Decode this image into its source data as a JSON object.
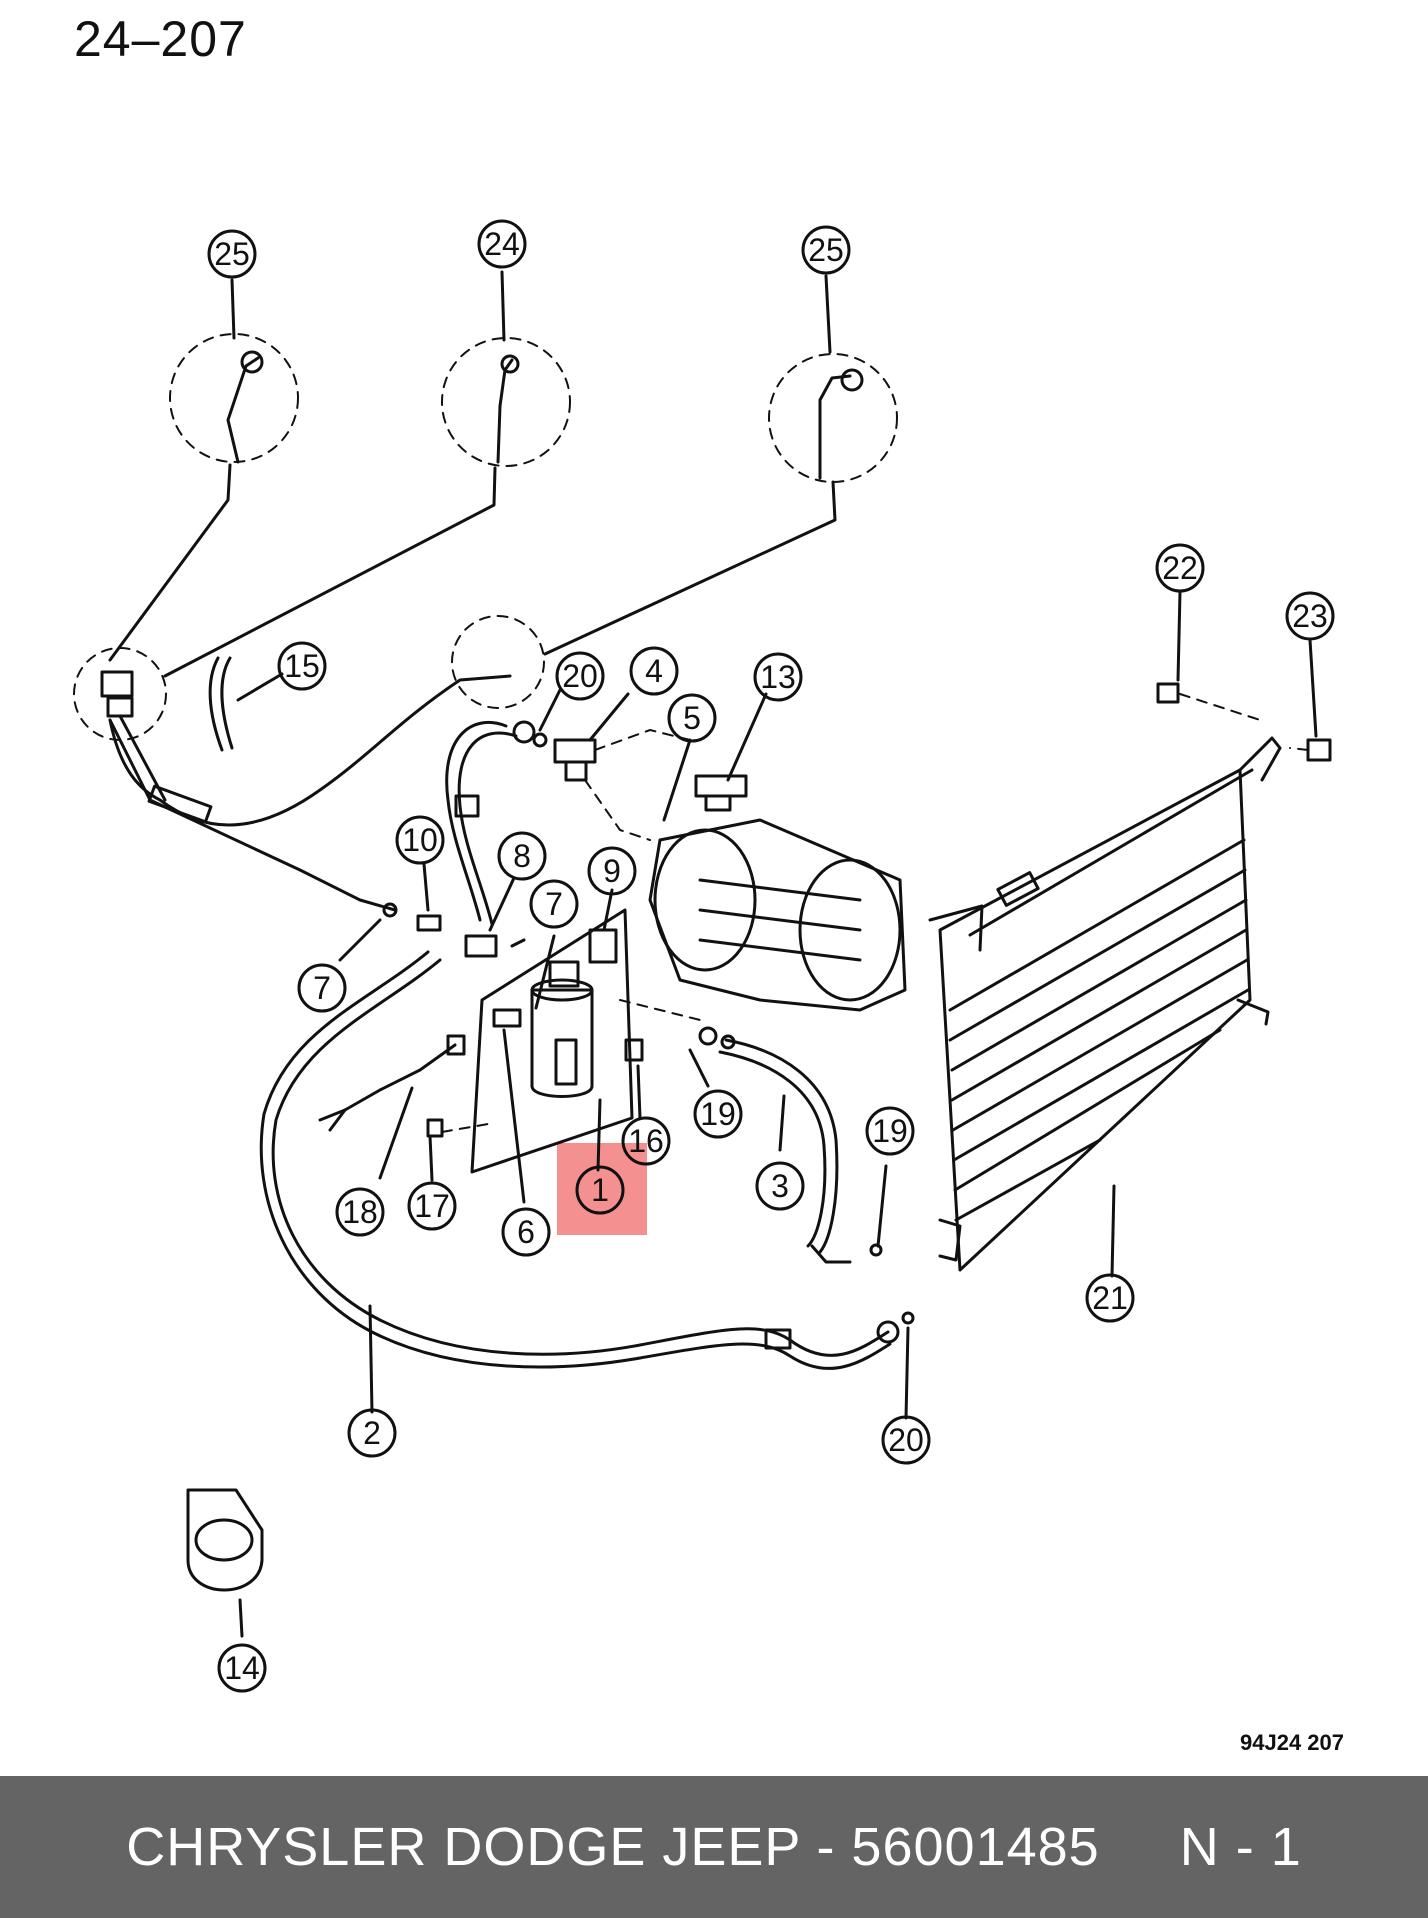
{
  "header": {
    "page_code": "24–207"
  },
  "figure": {
    "figure_code": "94J24  207"
  },
  "highlight": {
    "color": "#f26b6b",
    "item": "1"
  },
  "callouts": [
    {
      "id": "c25a",
      "label": "25"
    },
    {
      "id": "c24",
      "label": "24"
    },
    {
      "id": "c25b",
      "label": "25"
    },
    {
      "id": "c15",
      "label": "15"
    },
    {
      "id": "c20a",
      "label": "20"
    },
    {
      "id": "c4",
      "label": "4"
    },
    {
      "id": "c5",
      "label": "5"
    },
    {
      "id": "c13",
      "label": "13"
    },
    {
      "id": "c22",
      "label": "22"
    },
    {
      "id": "c23",
      "label": "23"
    },
    {
      "id": "c10",
      "label": "10"
    },
    {
      "id": "c8",
      "label": "8"
    },
    {
      "id": "c9",
      "label": "9"
    },
    {
      "id": "c7a",
      "label": "7"
    },
    {
      "id": "c7b",
      "label": "7"
    },
    {
      "id": "c19a",
      "label": "19"
    },
    {
      "id": "c19b",
      "label": "19"
    },
    {
      "id": "c16",
      "label": "16"
    },
    {
      "id": "c1",
      "label": "1"
    },
    {
      "id": "c3",
      "label": "3"
    },
    {
      "id": "c18",
      "label": "18"
    },
    {
      "id": "c17",
      "label": "17"
    },
    {
      "id": "c6",
      "label": "6"
    },
    {
      "id": "c21",
      "label": "21"
    },
    {
      "id": "c2",
      "label": "2"
    },
    {
      "id": "c20b",
      "label": "20"
    },
    {
      "id": "c14",
      "label": "14"
    }
  ],
  "footer": {
    "text": "CHRYSLER DODGE JEEP - 56001485     N - 1",
    "background": "#646464"
  }
}
